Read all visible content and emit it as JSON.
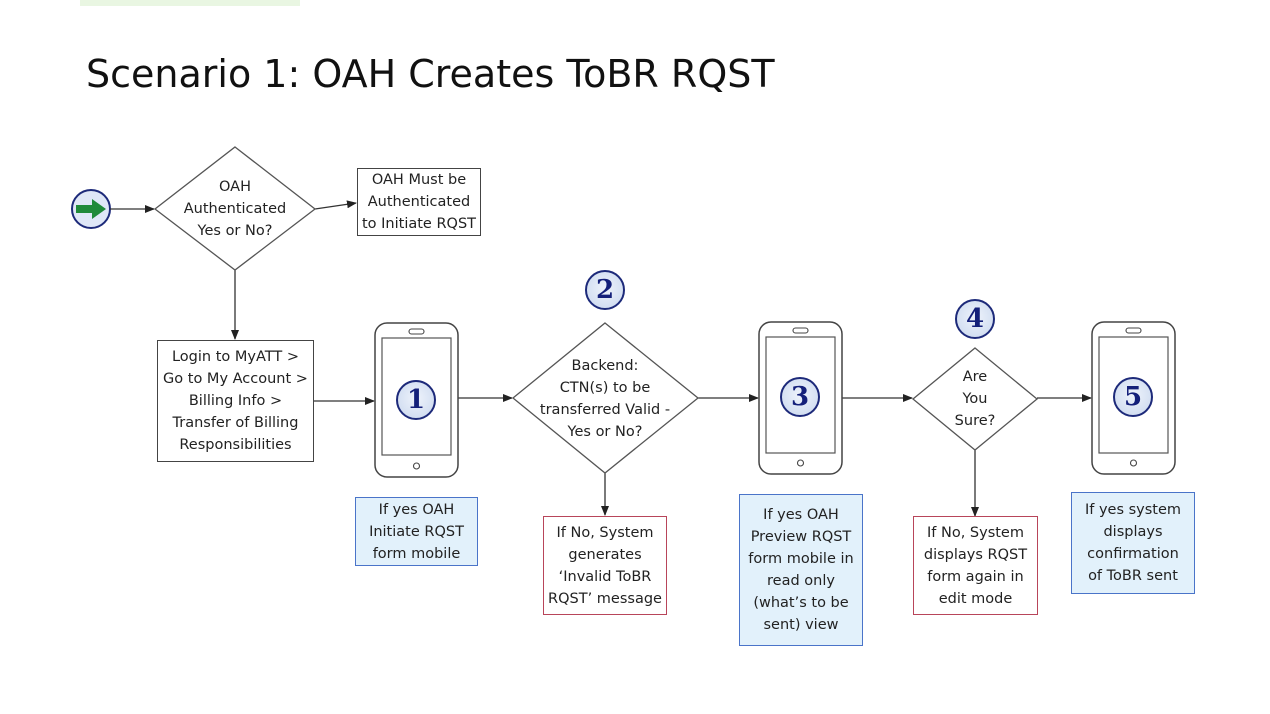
{
  "slide": {
    "title": "Scenario 1: OAH Creates ToBR RQST"
  },
  "colors": {
    "start_arrow": "#1f8a3a",
    "badge_border": "#1d2a7a",
    "badge_text": "#14207a",
    "yes_box_border": "#4a74c9",
    "yes_box_fill": "#e2f1fb",
    "no_box_border": "#b8455a",
    "line": "#333333"
  },
  "nodes": {
    "start": {
      "icon": "start-arrow-icon"
    },
    "decision_authenticated": {
      "text": "OAH\nAuthenticated\nYes or No?"
    },
    "must_authenticate": {
      "text": "OAH Must be\nAuthenticated\nto Initiate RQST"
    },
    "login_path": {
      "text": "Login to MyATT >\nGo to My Account >\nBilling Info >\nTransfer of Billing\nResponsibilities"
    },
    "decision_backend": {
      "text": "Backend:\nCTN(s) to be\ntransferred Valid -\nYes or No?"
    },
    "decision_sure": {
      "text": "Are\nYou\nSure?"
    },
    "yes_initiate": {
      "text": "If yes OAH\nInitiate RQST\nform mobile"
    },
    "no_invalid": {
      "text": "If No, System\ngenerates\n‘Invalid ToBR\nRQST’ message"
    },
    "yes_preview": {
      "text": "If yes OAH\nPreview RQST\nform mobile in\nread only\n(what’s to be\nsent) view"
    },
    "no_edit": {
      "text": "If No, System\ndisplays RQST\nform again in\nedit mode"
    },
    "yes_confirm": {
      "text": "If yes system\ndisplays\nconfirmation\nof ToBR sent"
    }
  },
  "badges": [
    "1",
    "2",
    "3",
    "4",
    "5"
  ]
}
